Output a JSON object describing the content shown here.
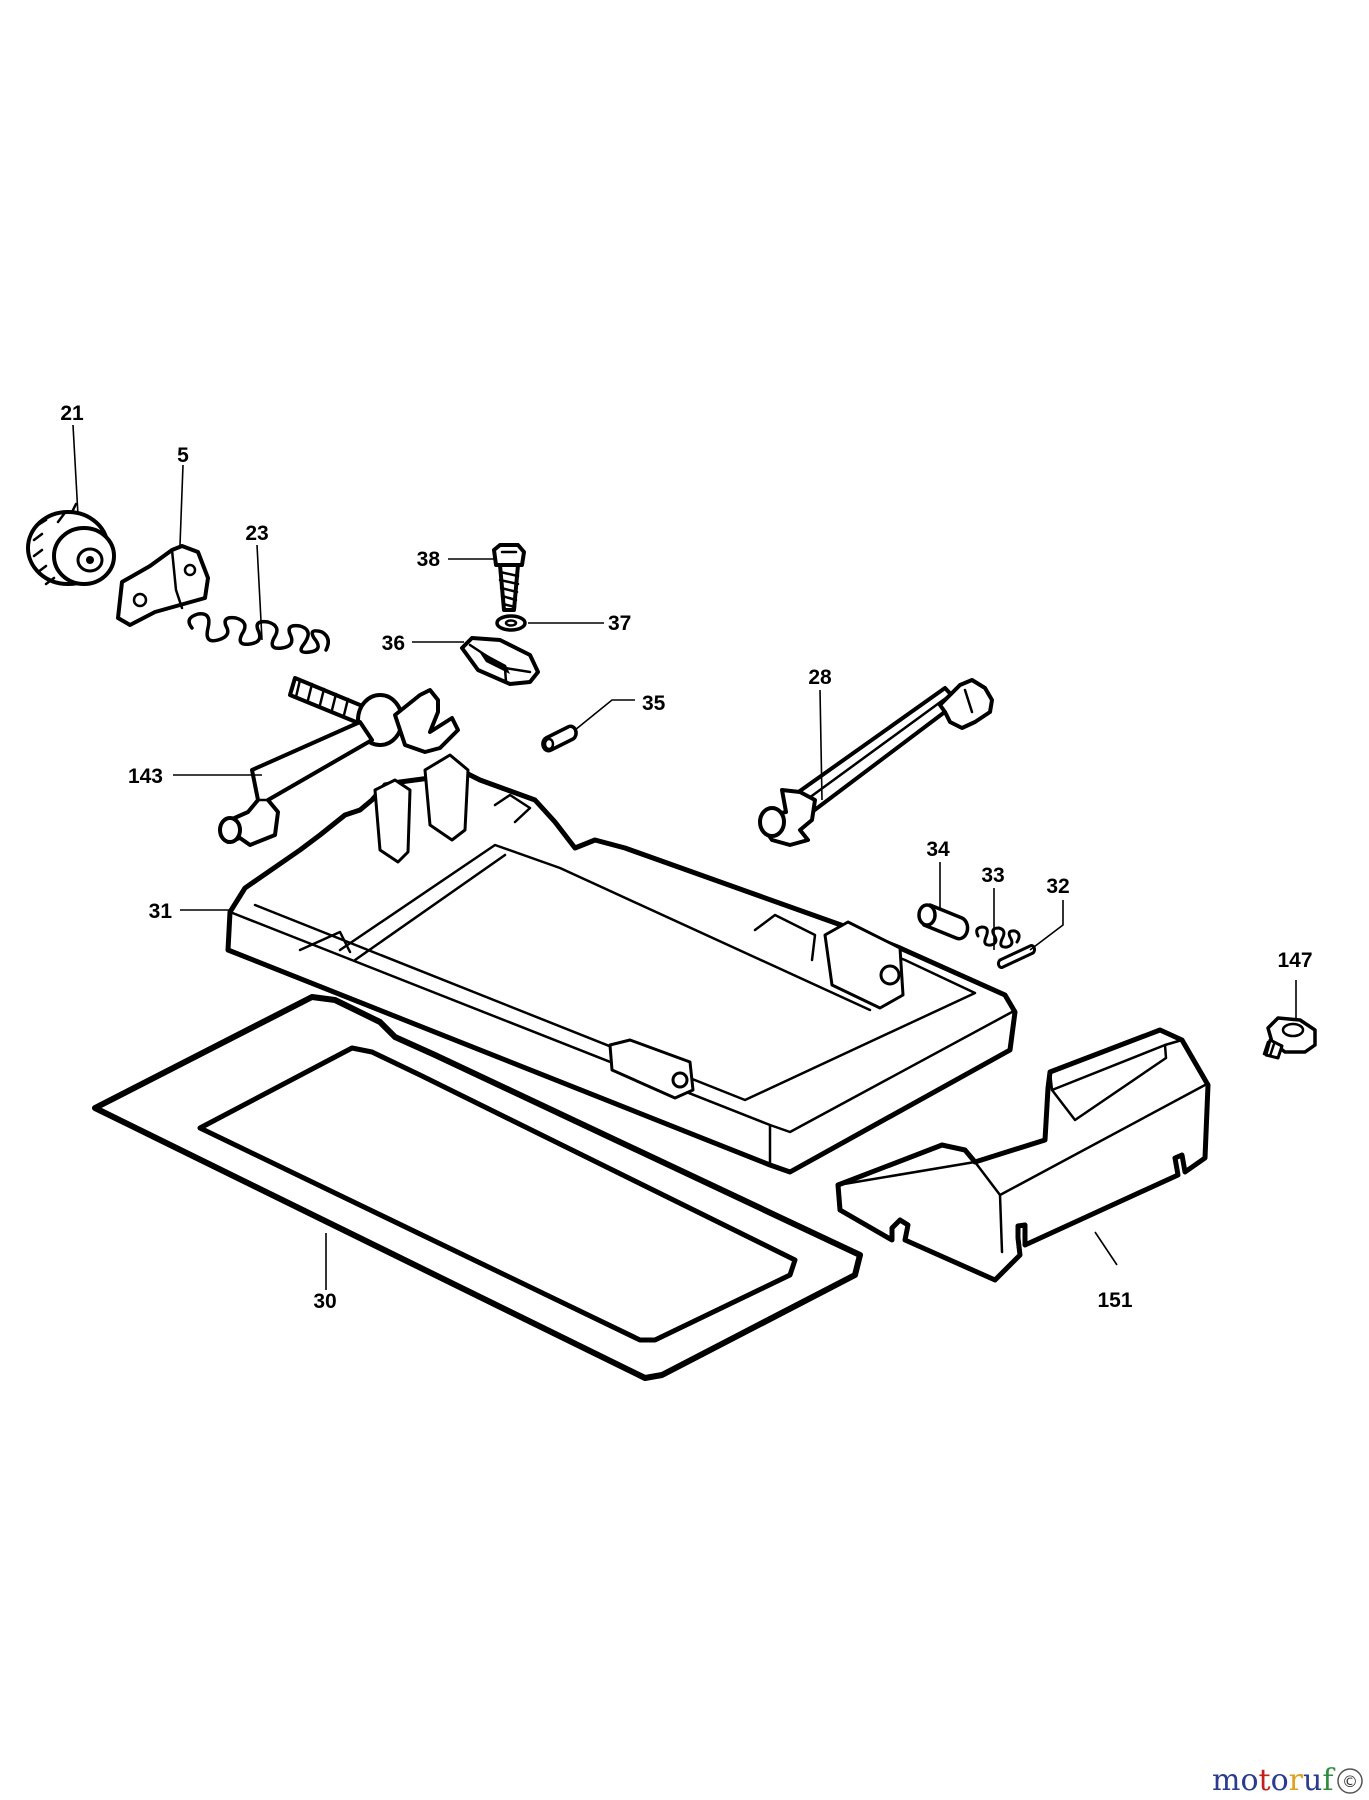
{
  "labels": {
    "l21": "21",
    "l5": "5",
    "l23": "23",
    "l38": "38",
    "l37": "37",
    "l36": "36",
    "l35": "35",
    "l28": "28",
    "l143": "143",
    "l34": "34",
    "l33": "33",
    "l32": "32",
    "l31": "31",
    "l147": "147",
    "l30": "30",
    "l151": "151"
  },
  "watermark": {
    "letters": [
      "m",
      "o",
      "t",
      "o",
      "r",
      "u",
      "f"
    ],
    "colors": [
      "#2b3b8f",
      "#2b3b8f",
      "#c02020",
      "#2b3b8f",
      "#e0a020",
      "#2b3b8f",
      "#2b8f3b"
    ],
    "badge": "©"
  }
}
